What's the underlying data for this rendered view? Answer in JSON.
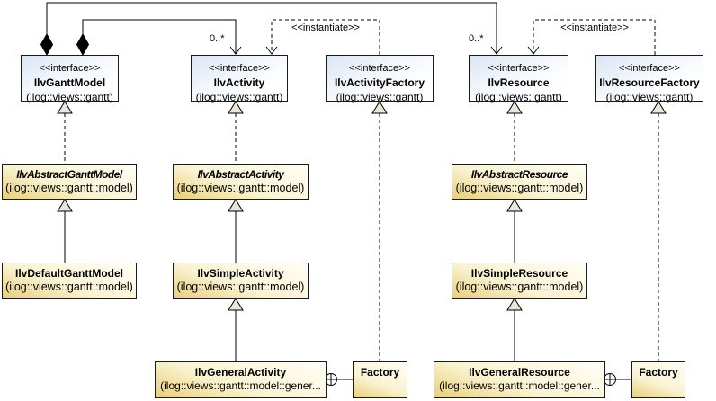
{
  "diagram": {
    "type": "uml-class-diagram",
    "colors": {
      "interface_fill": "#d9e4f4",
      "class_fill": "#e8cf7b",
      "border": "#000000",
      "line": "#000000"
    },
    "nodes": {
      "gantt_model": {
        "stereotype": "<<interface>>",
        "name": "IlvGanttModel",
        "package": "(ilog::views::gantt)"
      },
      "activity": {
        "stereotype": "<<interface>>",
        "name": "IlvActivity",
        "package": "(ilog::views::gantt)"
      },
      "activity_factory": {
        "stereotype": "<<interface>>",
        "name": "IlvActivityFactory",
        "package": "(ilog::views::gantt)"
      },
      "resource": {
        "stereotype": "<<interface>>",
        "name": "IlvResource",
        "package": "(ilog::views::gantt)"
      },
      "resource_factory": {
        "stereotype": "<<interface>>",
        "name": "IlvResourceFactory",
        "package": "(ilog::views::gantt)"
      },
      "abstract_gantt_model": {
        "name": "IlvAbstractGanttModel",
        "package": "(ilog::views::gantt::model)"
      },
      "abstract_activity": {
        "name": "IlvAbstractActivity",
        "package": "(ilog::views::gantt::model)"
      },
      "abstract_resource": {
        "name": "IlvAbstractResource",
        "package": "(ilog::views::gantt::model)"
      },
      "default_gantt_model": {
        "name": "IlvDefaultGanttModel",
        "package": "(ilog::views::gantt::model)"
      },
      "simple_activity": {
        "name": "IlvSimpleActivity",
        "package": "(ilog::views::gantt::model)"
      },
      "simple_resource": {
        "name": "IlvSimpleResource",
        "package": "(ilog::views::gantt::model)"
      },
      "general_activity": {
        "name": "IlvGeneralActivity",
        "package": "(ilog::views::gantt::model::gener..."
      },
      "general_resource": {
        "name": "IlvGeneralResource",
        "package": "(ilog::views::gantt::model::gener..."
      },
      "factory_activity": {
        "name": "Factory"
      },
      "factory_resource": {
        "name": "Factory"
      }
    },
    "edge_labels": {
      "activity_multiplicity": "0..*",
      "resource_multiplicity": "0..*",
      "instantiate_activity": "<<instantiate>>",
      "instantiate_resource": "<<instantiate>>"
    }
  }
}
